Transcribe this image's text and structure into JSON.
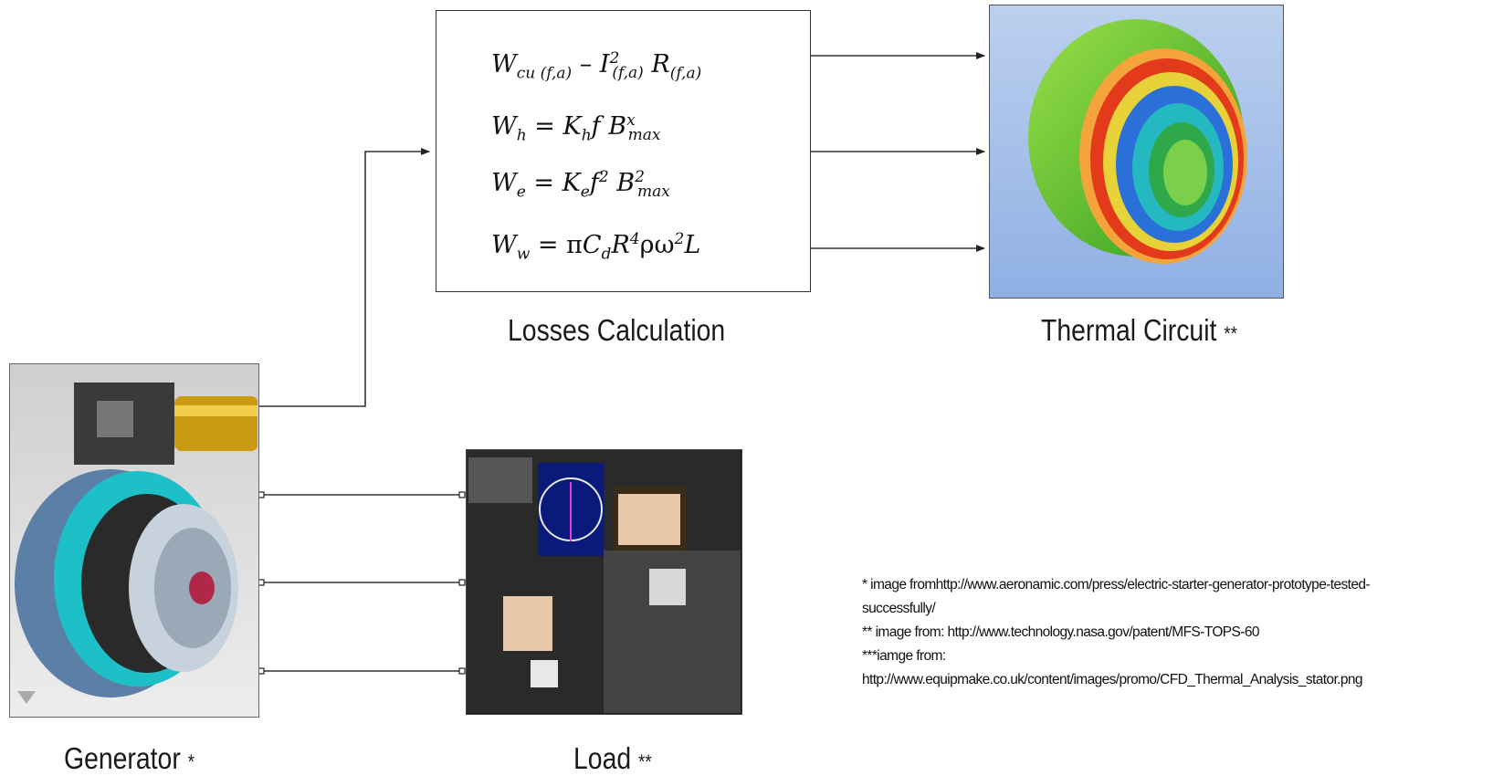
{
  "blocks": {
    "losses": {
      "caption": "Losses Calculation"
    },
    "thermal": {
      "caption": "Thermal Circuit",
      "marker": "**"
    },
    "generator": {
      "caption": "Generator",
      "marker": "*"
    },
    "load": {
      "caption": "Load",
      "marker": "**"
    }
  },
  "equations": [
    "Wcu(f,a) – I²(f,a) R(f,a)",
    "Wh = Kh f Bxmax",
    "We = Ke f² B²max",
    "Ww = πCd R⁴ ρω² L"
  ],
  "footnotes": [
    "*  image fromhttp://www.aeronamic.com/press/electric-starter-generator-prototype-tested-",
    "successfully/",
    "** image from: http://www.technology.nasa.gov/patent/MFS-TOPS-60",
    "***iamge from:",
    "http://www.equipmake.co.uk/content/images/promo/CFD_Thermal_Analysis_stator.png"
  ]
}
